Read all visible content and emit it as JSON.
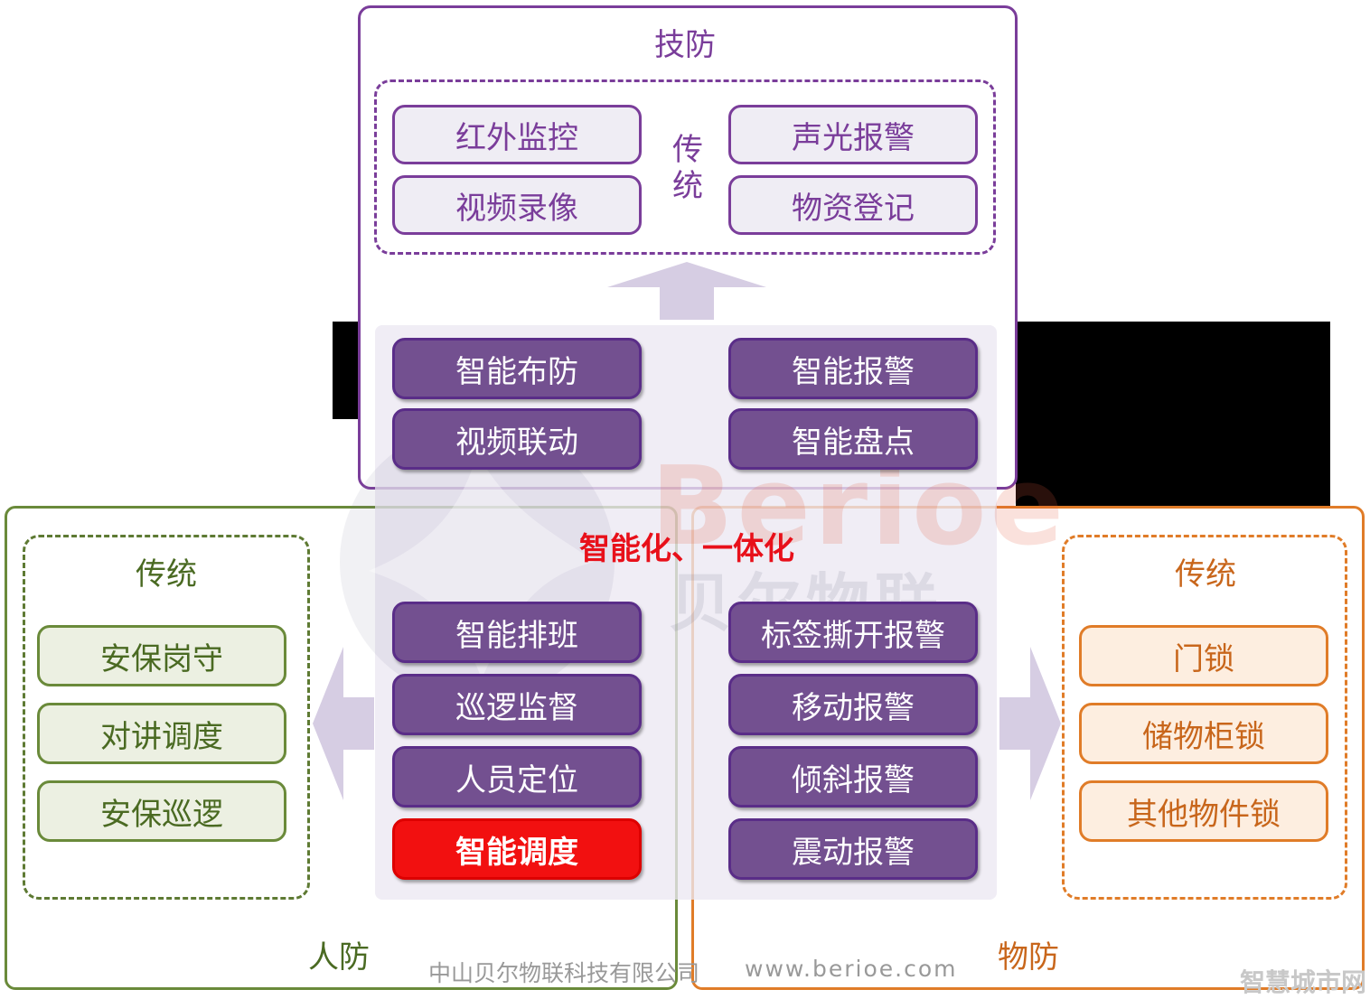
{
  "tech": {
    "title": "技防",
    "traditional_label": "传统",
    "traditional_items": [
      "红外监控",
      "视频录像",
      "声光报警",
      "物资登记"
    ],
    "smart_items": [
      "智能布防",
      "视频联动",
      "智能报警",
      "智能盘点"
    ]
  },
  "center": {
    "title": "智能化、一体化",
    "people_smart_items": [
      "智能排班",
      "巡逻监督",
      "人员定位",
      "智能调度"
    ],
    "object_smart_items": [
      "标签撕开报警",
      "移动报警",
      "倾斜报警",
      "震动报警"
    ]
  },
  "people": {
    "title": "人防",
    "traditional_label": "传统",
    "traditional_items": [
      "安保岗守",
      "对讲调度",
      "安保巡逻"
    ]
  },
  "object": {
    "title": "物防",
    "traditional_label": "传统",
    "traditional_items": [
      "门锁",
      "储物柜锁",
      "其他物件锁"
    ]
  },
  "watermark": {
    "brand": "Berioe",
    "brand_cn": "贝尔物联"
  },
  "footer": {
    "company": "中山贝尔物联科技有限公司",
    "url": "www.berioe.com",
    "corner": "智慧城市网"
  },
  "colors": {
    "tech": "#7a3d9a",
    "people": "#6a8a3a",
    "object": "#e07c28",
    "highlight": "#f21010"
  }
}
